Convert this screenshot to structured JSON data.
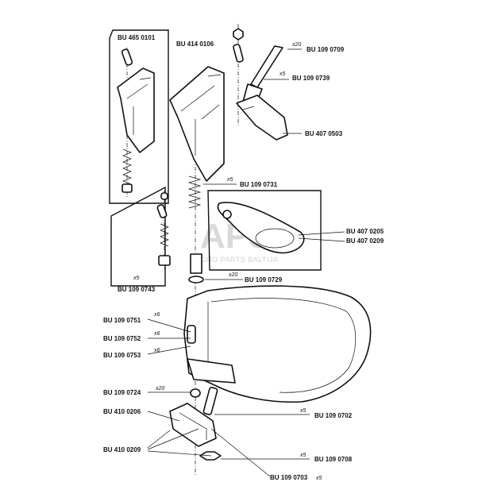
{
  "watermark": {
    "logo": "APS",
    "subtitle": "AGRO PARTS BALTIJA"
  },
  "callouts": [
    {
      "id": "bu4650101",
      "part": "BU 465 0101",
      "qty": ""
    },
    {
      "id": "bu4140106",
      "part": "BU 414 0106",
      "qty": ""
    },
    {
      "id": "bu1090709",
      "part": "BU 109 0709",
      "qty": "x20"
    },
    {
      "id": "bu1090739",
      "part": "BU 109 0739",
      "qty": "x5"
    },
    {
      "id": "bu4070503",
      "part": "BU 407 0503",
      "qty": ""
    },
    {
      "id": "bu1090731",
      "part": "BU 109 0731",
      "qty": "x5"
    },
    {
      "id": "bu4070205",
      "part": "BU 407 0205",
      "qty": ""
    },
    {
      "id": "bu4070209",
      "part": "BU 407 0209",
      "qty": ""
    },
    {
      "id": "bu1090743",
      "part": "BU 109 0743",
      "qty": "x5"
    },
    {
      "id": "bu1090729",
      "part": "BU 109 0729",
      "qty": "x20"
    },
    {
      "id": "bu1090751",
      "part": "BU 109 0751",
      "qty": "x6"
    },
    {
      "id": "bu1090752",
      "part": "BU 109 0752",
      "qty": "x6"
    },
    {
      "id": "bu1090753",
      "part": "BU 109 0753",
      "qty": "x6"
    },
    {
      "id": "bu1090724",
      "part": "BU 109 0724",
      "qty": "x20"
    },
    {
      "id": "bu4100206",
      "part": "BU 410 0206",
      "qty": ""
    },
    {
      "id": "bu1090702",
      "part": "BU 109 0702",
      "qty": "x5"
    },
    {
      "id": "bu4100209",
      "part": "BU 410 0209",
      "qty": ""
    },
    {
      "id": "bu1090708",
      "part": "BU 109 0708",
      "qty": "x5"
    },
    {
      "id": "bu1090703",
      "part": "BU 109 0703",
      "qty": "x5"
    }
  ]
}
